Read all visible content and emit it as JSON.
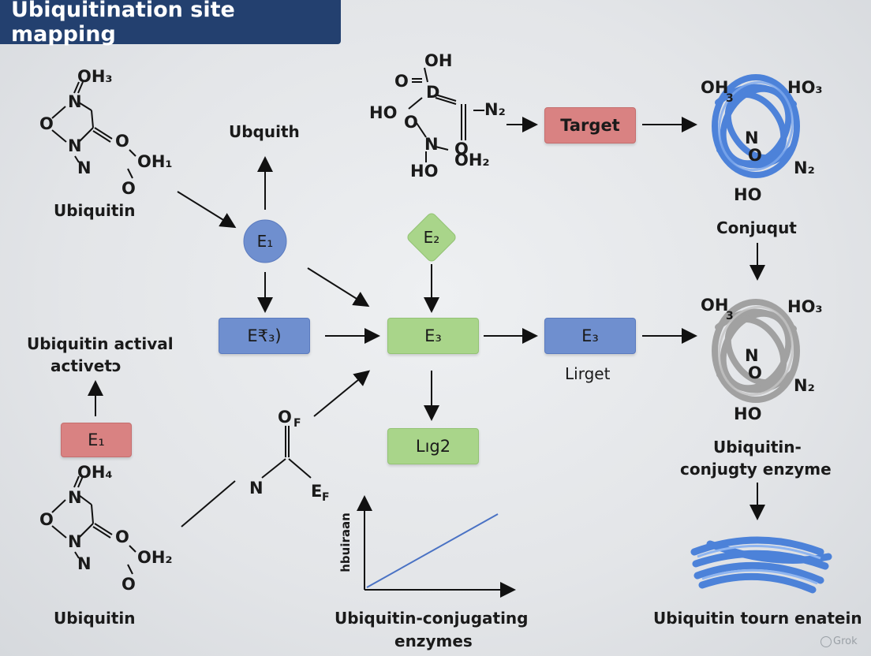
{
  "title": "Ubiquitination site mapping",
  "nodes": {
    "ubiquitin_top": "Ubiquitin",
    "ubquith": "Ubquith",
    "e1_circle": "E₁",
    "e2_diamond": "E₂",
    "ek3_box": "E₹₃)",
    "e3_green": "E₃",
    "e3_blue": "E₃",
    "lirget": "Lirget",
    "target": "Target",
    "conjuqut": "Conjuqut",
    "lig2": "Lıg2",
    "activation_line1": "Ubiquitin actival",
    "activation_line2": "activetɔ",
    "e1_red": "E₁",
    "ubiquitin_bottom": "Ubiquitin",
    "conj_enzymes_line1": "Ubiquitin-conjugating",
    "conj_enzymes_line2": "enzymes",
    "chart_ylabel": "hbuiraan",
    "right_mid_line1": "Ubiquitin-",
    "right_mid_line2": "conjugty enzyme",
    "right_bottom": "Ubiquitin tourn enatein",
    "watermark": "Grok"
  },
  "chem": {
    "top_left": [
      "OH₃",
      "N",
      "O",
      "N",
      "N",
      "O",
      "OH₁",
      "O"
    ],
    "bottom_left": [
      "OH₄",
      "N",
      "O",
      "N",
      "N",
      "O",
      "OH₂",
      "O"
    ],
    "top_center": [
      "OH",
      "O",
      "D",
      "N₂",
      "HO",
      "O",
      "N",
      "O",
      "OH₂",
      "HO"
    ],
    "center": [
      "O",
      "F",
      "N",
      "E",
      "F"
    ],
    "protein_top": [
      "OH",
      "3",
      "HO₃",
      "N",
      "O",
      "N₂",
      "HO"
    ],
    "protein_mid": [
      "OH",
      "3",
      "HO₃",
      "N",
      "O",
      "N₂",
      "HO"
    ]
  },
  "colors": {
    "title_bg": "#23406f",
    "blue_node": "#6f8fcf",
    "green_node": "#a9d58a",
    "red_node": "#d98282",
    "protein_blue": "#3d78d8",
    "protein_gray": "#9a9a9a"
  },
  "chart_data": {
    "type": "line",
    "ylabel": "hbuiraan",
    "xlabel": "",
    "series": [
      {
        "x": [
          0,
          1
        ],
        "y": [
          0,
          1
        ]
      }
    ]
  }
}
